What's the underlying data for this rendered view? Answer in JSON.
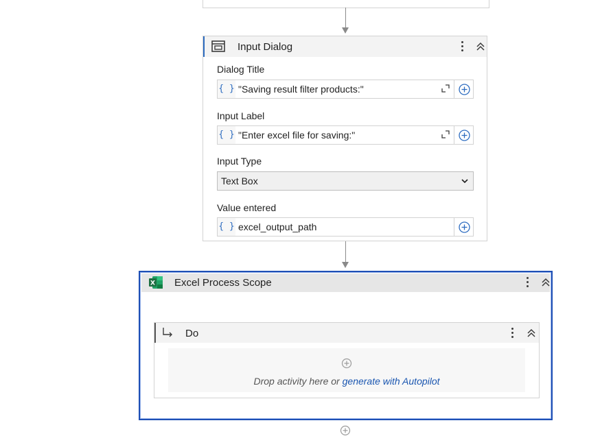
{
  "input_dialog": {
    "title": "Input Dialog",
    "fields": [
      {
        "label": "Dialog Title",
        "value": "\"Saving result filter products:\""
      },
      {
        "label": "Input Label",
        "value": "\"Enter excel file for saving:\""
      },
      {
        "label": "Input Type",
        "value": "Text Box"
      },
      {
        "label": "Value entered",
        "value": "excel_output_path"
      }
    ]
  },
  "excel_scope": {
    "title": "Excel Process Scope",
    "do": {
      "title": "Do",
      "drop_text": "Drop activity here or",
      "drop_link": "generate with Autopilot"
    }
  },
  "icons": {
    "curly": "{ }",
    "dialog_icon": "window-icon",
    "excel_icon": "excel-icon"
  },
  "colors": {
    "accent": "#2d6cc0",
    "selection_border": "#1e4fb5",
    "excel_green": "#1d6f42",
    "link": "#1a56b0"
  }
}
